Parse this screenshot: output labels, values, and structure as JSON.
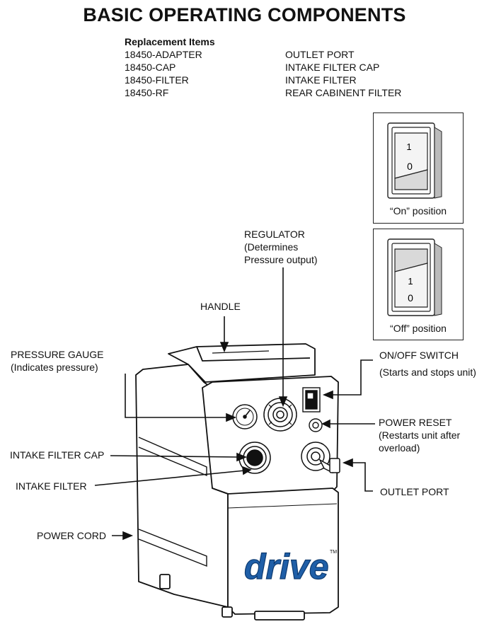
{
  "title": "BASIC OPERATING COMPONENTS",
  "replacement": {
    "heading": "Replacement Items",
    "items": [
      {
        "code": "18450-ADAPTER",
        "name": "OUTLET PORT"
      },
      {
        "code": "18450-CAP",
        "name": "INTAKE FILTER CAP"
      },
      {
        "code": "18450-FILTER",
        "name": "INTAKE FILTER"
      },
      {
        "code": "18450-RF",
        "name": "REAR CABINENT FILTER"
      }
    ]
  },
  "switch_views": {
    "on_caption": "“On” position",
    "off_caption": "“Off” position",
    "mark_one": "1",
    "mark_zero": "0"
  },
  "labels": {
    "regulator": [
      "REGULATOR",
      "(Determines",
      "Pressure output)"
    ],
    "handle": "HANDLE",
    "pressure_gauge": [
      "PRESSURE GAUGE",
      "(Indicates pressure)"
    ],
    "on_off_switch": [
      "ON/OFF SWITCH",
      "(Starts and stops unit)"
    ],
    "power_reset": [
      "POWER RESET",
      "(Restarts unit after",
      "overload)"
    ],
    "intake_filter_cap": "INTAKE FILTER CAP",
    "intake_filter": "INTAKE FILTER",
    "outlet_port": "OUTLET PORT",
    "power_cord": "POWER CORD"
  },
  "brand": "drive",
  "trademark": "TM",
  "colors": {
    "brand_blue": "#1f5fa8",
    "ink": "#111111"
  }
}
